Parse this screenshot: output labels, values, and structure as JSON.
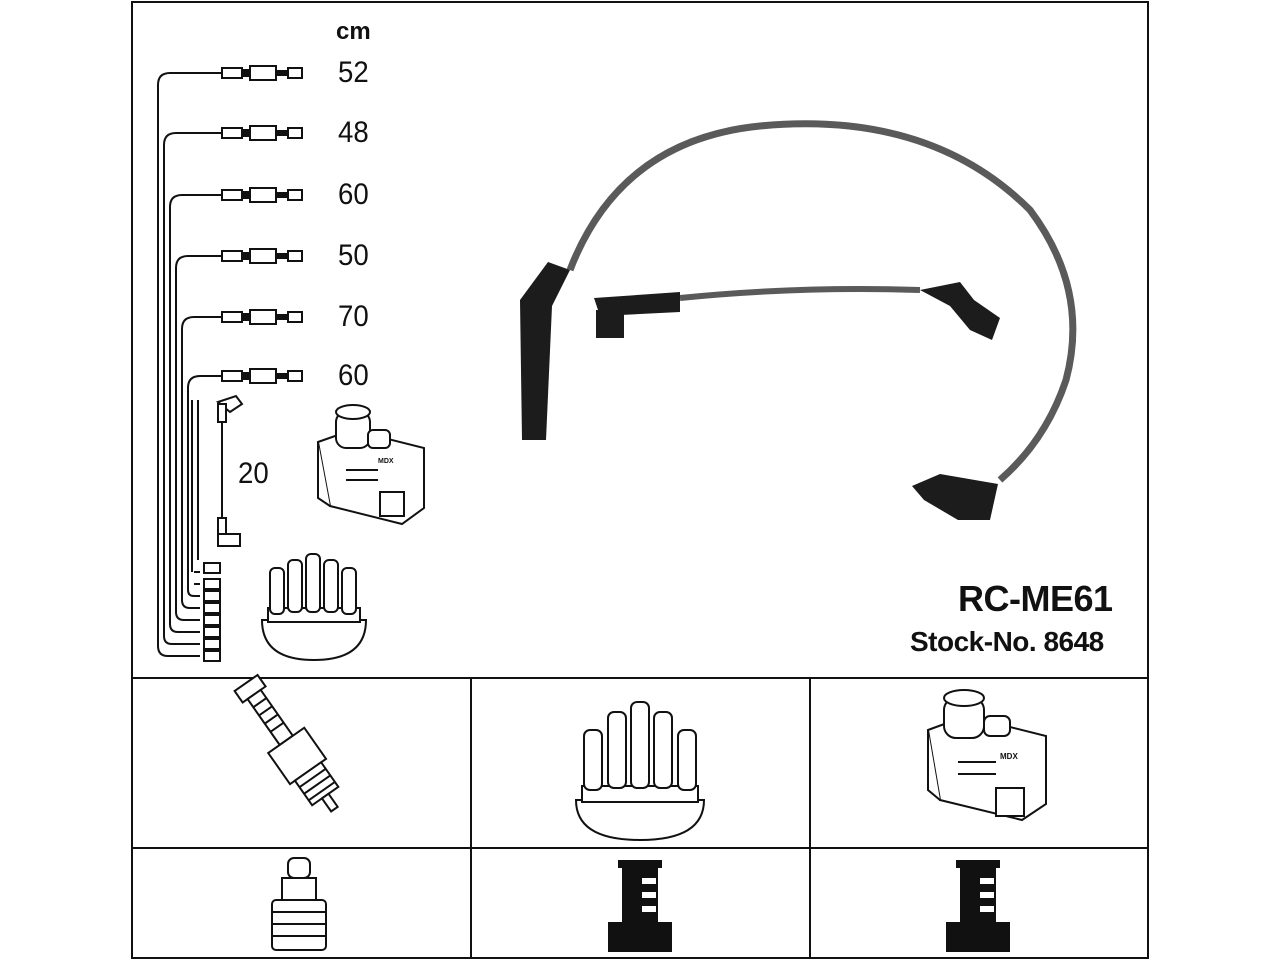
{
  "unit_label": "cm",
  "lead_lengths": [
    "52",
    "48",
    "60",
    "50",
    "70",
    "60"
  ],
  "coil_lead_length": "20",
  "model": "RC-ME61",
  "stock_number": "Stock-No. 8648",
  "coil_label": "MDX",
  "components": {
    "top_row": [
      "spark-plug",
      "distributor-cap",
      "ignition-coil"
    ],
    "bottom_row": [
      "spark-plug-terminal",
      "cap-tower-terminal",
      "coil-tower-terminal"
    ]
  },
  "colors": {
    "line": "#111111",
    "cable": "#5a5a5a",
    "boot": "#1c1c1c",
    "background": "#ffffff"
  }
}
